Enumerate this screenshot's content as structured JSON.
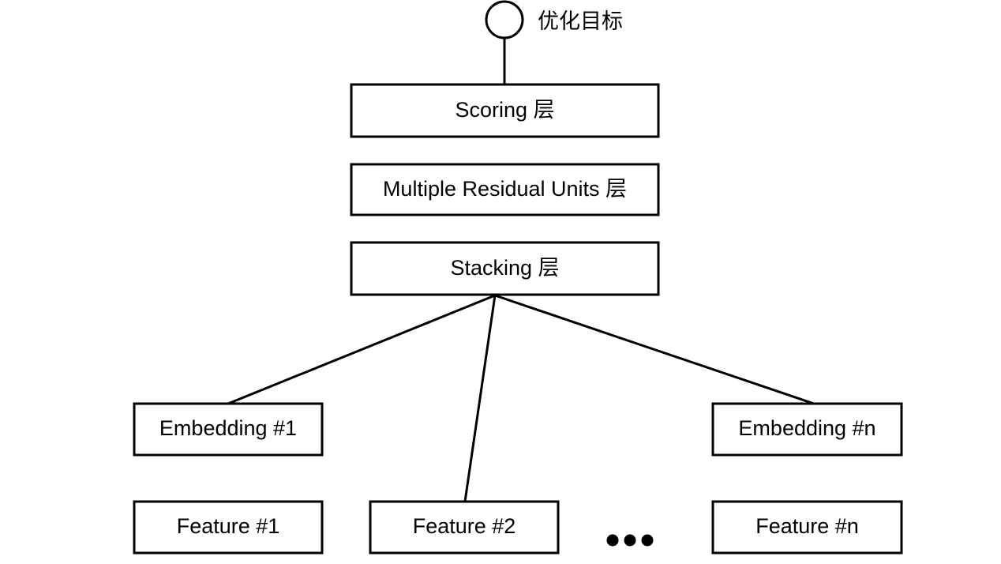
{
  "diagram": {
    "title_text": "优化目标",
    "background_color": "#ffffff",
    "line_color": "#000000",
    "text_color": "#000000",
    "objective": {
      "icon": "circle-node-icon",
      "label": "优化目标"
    },
    "layers": [
      {
        "id": "scoring",
        "label": "Scoring 层"
      },
      {
        "id": "residual",
        "label": "Multiple Residual Units 层"
      },
      {
        "id": "stacking",
        "label": "Stacking 层"
      }
    ],
    "embeddings": [
      {
        "id": "embedding-1",
        "label": "Embedding #1"
      },
      {
        "id": "embedding-n",
        "label": "Embedding #n"
      }
    ],
    "features": [
      {
        "id": "feature-1",
        "label": "Feature #1"
      },
      {
        "id": "feature-2",
        "label": "Feature #2"
      },
      {
        "id": "feature-n",
        "label": "Feature #n"
      }
    ],
    "ellipsis": "• • •"
  }
}
